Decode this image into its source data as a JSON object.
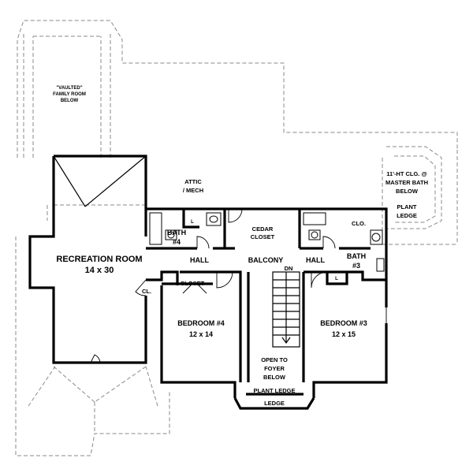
{
  "plan": {
    "vaulted_note": [
      "\"VAULTED\"",
      "FAMILY ROOM",
      "BELOW"
    ],
    "attic": [
      "ATTIC",
      "/ MECH"
    ],
    "master_bath_note": [
      "11'-HT CLG. @",
      "MASTER BATH",
      "BELOW"
    ],
    "plant_ledge_right": [
      "PLANT",
      "LEDGE"
    ],
    "cedar_closet": [
      "CEDAR",
      "CLOSET"
    ],
    "bath4": [
      "BATH",
      "#4"
    ],
    "bath3": [
      "BATH",
      "#3"
    ],
    "clo": "CLO.",
    "hall_left": "HALL",
    "balcony": "BALCONY",
    "hall_right": "HALL",
    "recreation_room": [
      "RECREATION ROOM",
      "14 x 30"
    ],
    "closet_cl": "CL.",
    "closet": "CLOSET",
    "bedroom4": [
      "BEDROOM #4",
      "12 x 14"
    ],
    "bedroom3": [
      "BEDROOM #3",
      "12 x 15"
    ],
    "stair_dn": "DN",
    "open_to_foyer": [
      "OPEN TO",
      "FOYER",
      "BELOW"
    ],
    "plant_ledge_bottom": "PLANT LEDGE",
    "ledge": "LEDGE",
    "linen_l": "L"
  }
}
